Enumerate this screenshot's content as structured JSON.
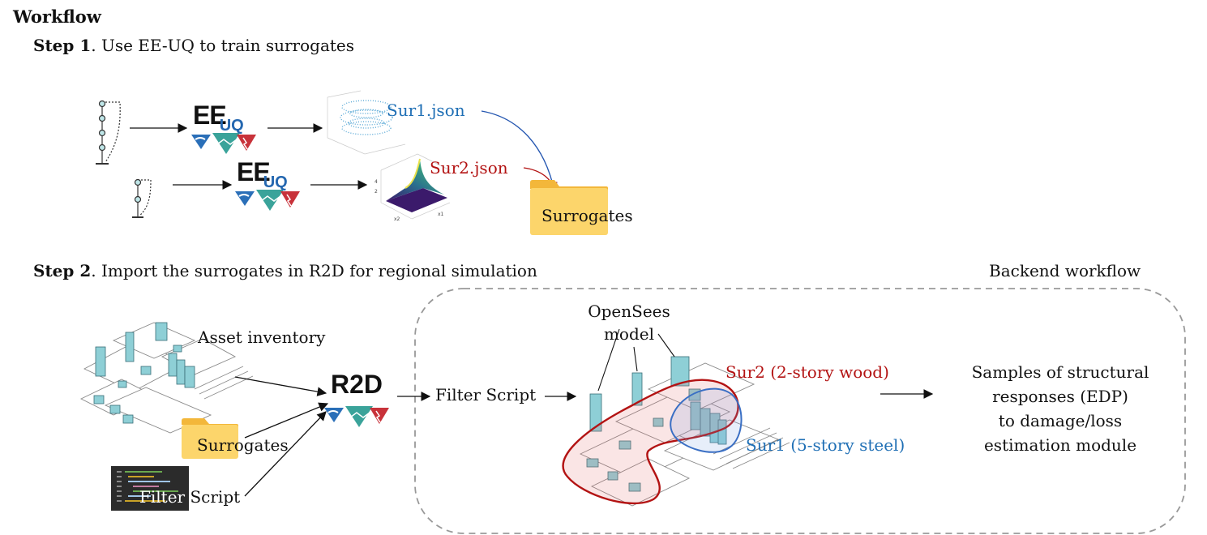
{
  "title": "Workflow",
  "step1": {
    "prefix": "Step 1",
    "text": ". Use EE-UQ to train surrogates"
  },
  "step2": {
    "prefix": "Step 2",
    "text": ". Import the surrogates  in R2D for regional simulation"
  },
  "backend_label": "Backend workflow",
  "eeuq_logo": {
    "ee": "EE",
    "uq": "UQ"
  },
  "r2d_logo": "R2D",
  "sur1_file": "Sur1.json",
  "sur2_file": "Sur2.json",
  "surrogates_folder": "Surrogates",
  "asset_inventory": "Asset inventory",
  "surrogates_input": "Surrogates",
  "filter_script_input": {
    "part1": "Filter",
    "part2": " Script"
  },
  "filter_script_step": "Filter Script",
  "opensees": {
    "line1": "OpenSees",
    "line2": "model"
  },
  "sur2_region": "Sur2 (2-story wood)",
  "sur1_region": "Sur1 (5-story steel)",
  "output": {
    "line1": "Samples of structural",
    "line2": "responses (EDP)",
    "line3": "to damage/loss",
    "line4": "estimation module"
  },
  "colors": {
    "sur1": "#1f6fb5",
    "sur2": "#b31313",
    "folder": "#fcd56b",
    "building": "#8ecfd6"
  }
}
